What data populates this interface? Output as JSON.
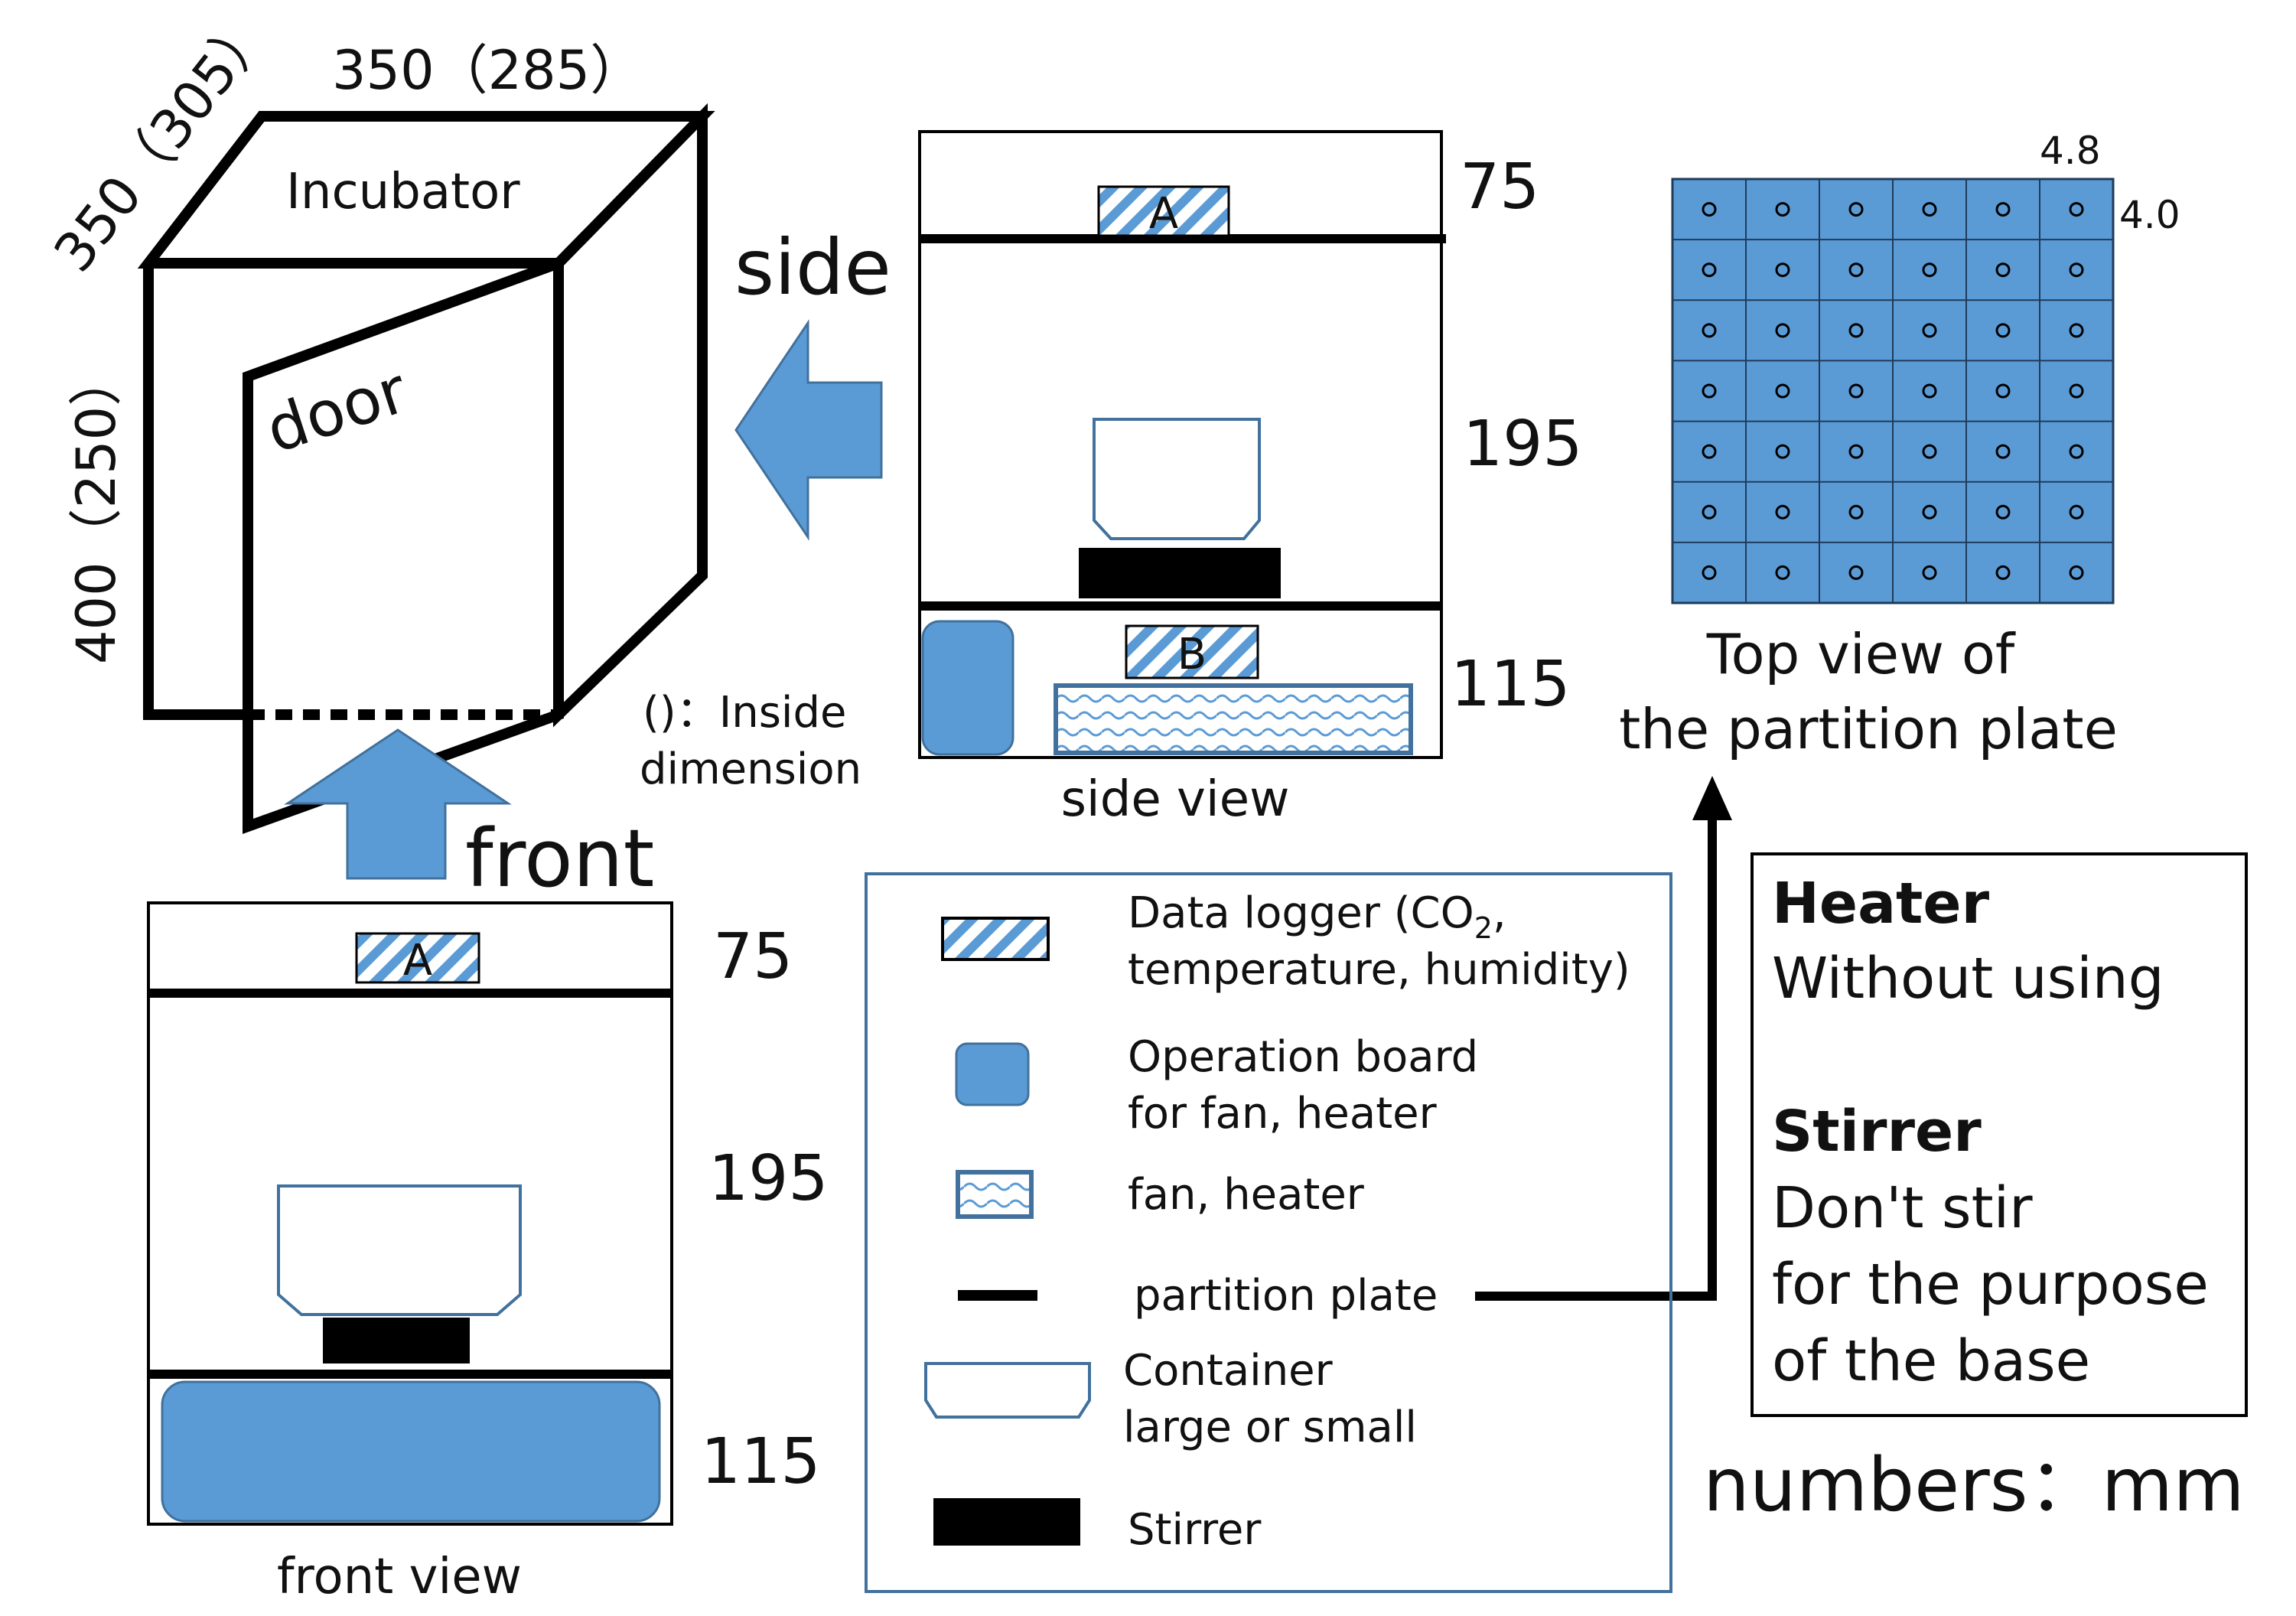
{
  "incubator": {
    "title": "Incubator",
    "door_label": "door",
    "dim_depth": "350（305）",
    "dim_width": "350（285）",
    "dim_height": "400（250）",
    "inside_note_line1": "()：Inside",
    "inside_note_line2": "dimension"
  },
  "arrows": {
    "side_label": "side",
    "front_label": "front"
  },
  "side_view": {
    "caption": "side view",
    "logger_a": "A",
    "logger_b": "B",
    "dim_top": "75",
    "dim_mid": "195",
    "dim_bottom": "115"
  },
  "front_view": {
    "caption": "front view",
    "logger_a": "A",
    "dim_top": "75",
    "dim_mid": "195",
    "dim_bottom": "115"
  },
  "partition_plate": {
    "caption_line1": "Top view of",
    "caption_line2": "the partition plate",
    "hole_spacing_x": "4.8",
    "hole_spacing_y": "4.0",
    "grid_cols": 6,
    "grid_rows": 7
  },
  "legend": {
    "items": [
      {
        "line1": "Data logger (CO",
        "sub": "2",
        "line1_end": ",",
        "line2": "temperature, humidity)"
      },
      {
        "line1": "Operation board",
        "line2": "for fan, heater"
      },
      {
        "line1": "fan, heater"
      },
      {
        "line1": "partition plate"
      },
      {
        "line1": "Container",
        "line2": "large or small"
      },
      {
        "line1": "Stirrer"
      }
    ]
  },
  "notes": {
    "heater_title": "Heater",
    "heater_text": "Without using",
    "stirrer_title": "Stirrer",
    "stirrer_line1": "Don't stir",
    "stirrer_line2": "for the purpose",
    "stirrer_line3": "of the base"
  },
  "units_note": "numbers：mm",
  "colors": {
    "blue_fill": "#5b9bd5",
    "blue_stroke": "#41719c",
    "black": "#000000"
  }
}
